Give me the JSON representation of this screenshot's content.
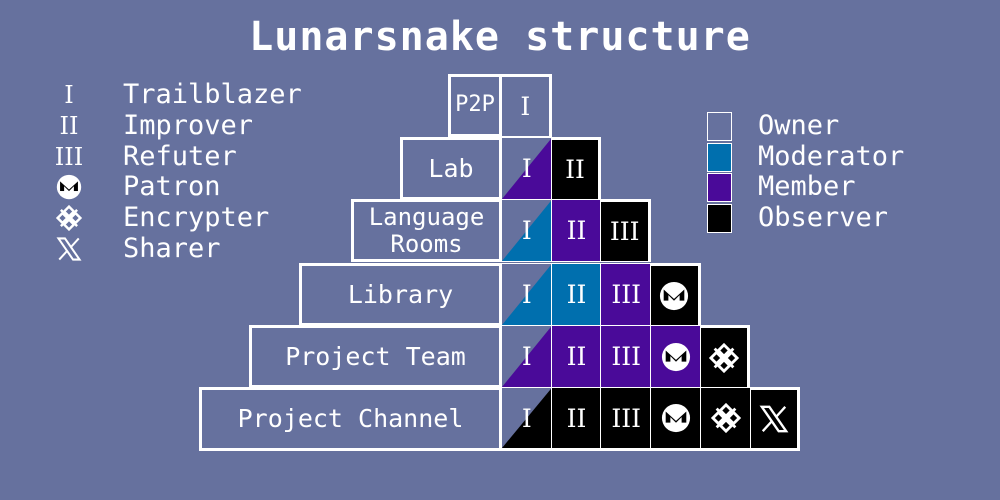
{
  "title": "Lunarsnake structure",
  "colors": {
    "background": "#66719e",
    "owner": "#66719e",
    "moderator": "#006fae",
    "member": "#4a0a99",
    "observer": "#000000"
  },
  "badges": [
    {
      "symbol": "I",
      "icon": null,
      "label": "Trailblazer"
    },
    {
      "symbol": "II",
      "icon": null,
      "label": "Improver"
    },
    {
      "symbol": "III",
      "icon": null,
      "label": "Refuter"
    },
    {
      "symbol": "",
      "icon": "monero-icon",
      "label": "Patron"
    },
    {
      "symbol": "",
      "icon": "encrypter-icon",
      "label": "Encrypter"
    },
    {
      "symbol": "",
      "icon": "x-logo-icon",
      "label": "Sharer"
    }
  ],
  "roles": [
    {
      "key": "owner",
      "label": "Owner"
    },
    {
      "key": "moderator",
      "label": "Moderator"
    },
    {
      "key": "member",
      "label": "Member"
    },
    {
      "key": "observer",
      "label": "Observer"
    }
  ],
  "levels": [
    {
      "name": "P2P",
      "cells": [
        [
          "owner",
          "I"
        ]
      ]
    },
    {
      "name": "Lab",
      "cells": [
        [
          "owner/member",
          "I"
        ],
        [
          "observer",
          "II"
        ]
      ]
    },
    {
      "name": "Language Rooms",
      "cells": [
        [
          "owner/moderator",
          "I"
        ],
        [
          "member",
          "II"
        ],
        [
          "observer",
          "III"
        ]
      ]
    },
    {
      "name": "Library",
      "cells": [
        [
          "owner/moderator",
          "I"
        ],
        [
          "moderator",
          "II"
        ],
        [
          "member",
          "III"
        ],
        [
          "observer",
          "monero-icon"
        ]
      ]
    },
    {
      "name": "Project Team",
      "cells": [
        [
          "owner/member",
          "I"
        ],
        [
          "member",
          "II"
        ],
        [
          "member",
          "III"
        ],
        [
          "member",
          "monero-icon"
        ],
        [
          "observer",
          "encrypter-icon"
        ]
      ]
    },
    {
      "name": "Project Channel",
      "cells": [
        [
          "owner/observer",
          "I"
        ],
        [
          "observer",
          "II"
        ],
        [
          "observer",
          "III"
        ],
        [
          "observer",
          "monero-icon"
        ],
        [
          "observer",
          "encrypter-icon"
        ],
        [
          "observer",
          "x-logo-icon"
        ]
      ]
    }
  ]
}
